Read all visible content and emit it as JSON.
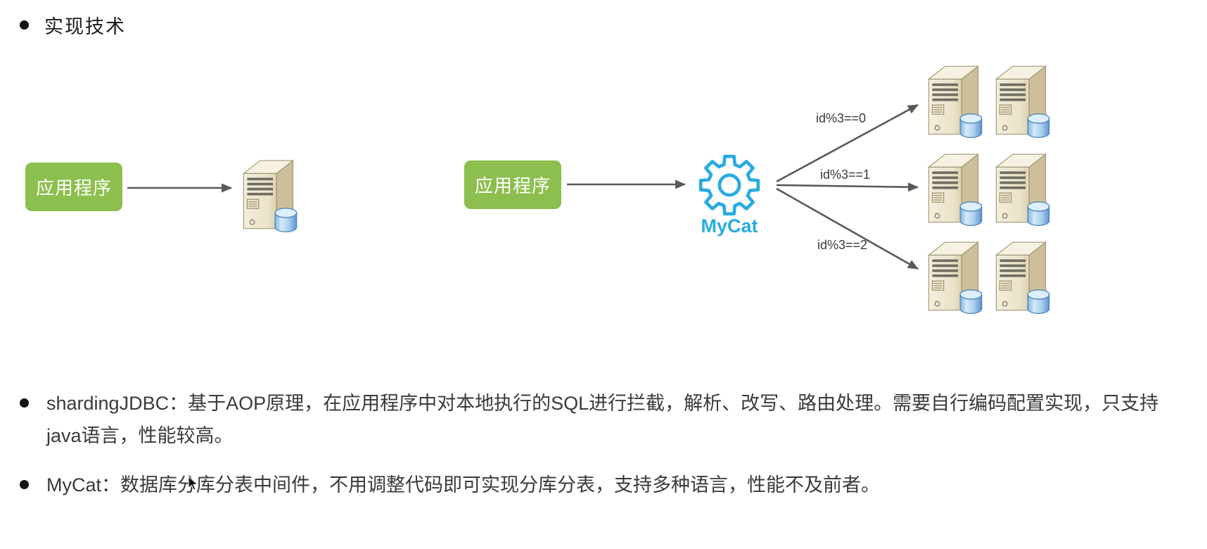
{
  "heading": {
    "title": "实现技术"
  },
  "diagram": {
    "left": {
      "app_label": "应用程序"
    },
    "right": {
      "app_label": "应用程序",
      "middleware_label": "MyCat",
      "branches": [
        {
          "label": "id%3==0"
        },
        {
          "label": "id%3==1"
        },
        {
          "label": "id%3==2"
        }
      ]
    }
  },
  "notes": [
    {
      "text": "shardingJDBC：基于AOP原理，在应用程序中对本地执行的SQL进行拦截，解析、改写、路由处理。需要自行编码配置实现，只支持java语言，性能较高。"
    },
    {
      "text": "MyCat：数据库分库分表中间件，不用调整代码即可实现分库分表，支持多种语言，性能不及前者。"
    }
  ],
  "icons": {
    "middleware": "gear-icon",
    "storage_node": "server-database-icon",
    "list_marker": "bullet-dot-icon",
    "pointer": "mouse-cursor-icon",
    "connector": "arrow-right-icon"
  },
  "colors": {
    "app_box_green": "#8CBF4E",
    "mycat_blue": "#29ABE2",
    "arrow_gray": "#595959",
    "server_beige": "#EDE5CB",
    "database_blue": "#7FB2DF",
    "text_dark": "#3a3a3a"
  }
}
